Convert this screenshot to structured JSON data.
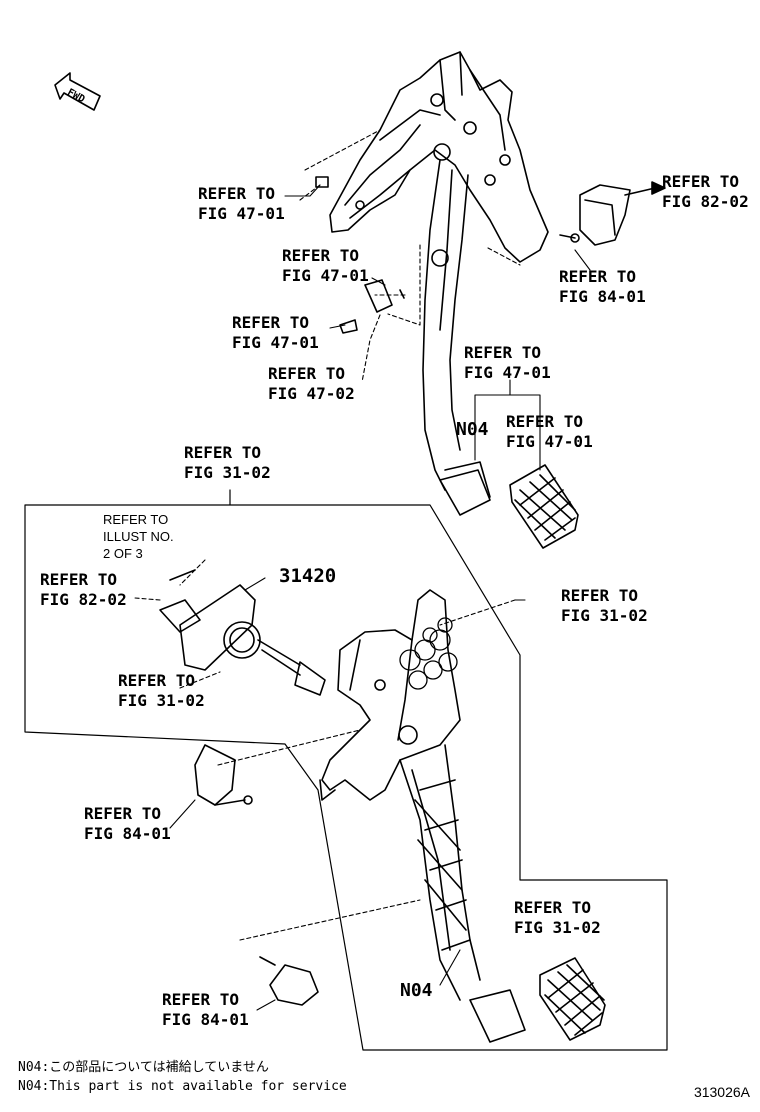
{
  "fwd_label": "FWD",
  "refs": {
    "r1": [
      "REFER TO",
      "FIG 47-01"
    ],
    "r2": [
      "REFER TO",
      "FIG 47-01"
    ],
    "r3": [
      "REFER TO",
      "FIG 47-01"
    ],
    "r4": [
      "REFER TO",
      "FIG 47-02"
    ],
    "r5": [
      "REFER TO",
      "FIG 47-01"
    ],
    "r6": [
      "REFER TO",
      "FIG 47-01"
    ],
    "r7": [
      "REFER TO",
      "FIG 82-02"
    ],
    "r8": [
      "REFER TO",
      "FIG 84-01"
    ],
    "r9": [
      "REFER TO",
      "FIG 31-02"
    ],
    "r10": [
      "REFER TO",
      "FIG 82-02"
    ],
    "r11": [
      "REFER TO",
      "FIG 31-02"
    ],
    "r12": [
      "REFER TO",
      "FIG 31-02"
    ],
    "r13": [
      "REFER TO",
      "FIG 84-01"
    ],
    "r14": [
      "REFER TO",
      "FIG 31-02"
    ],
    "r15": [
      "REFER TO",
      "FIG 84-01"
    ]
  },
  "illust_ref": [
    "REFER TO",
    "ILLUST NO.",
    "2 OF 3"
  ],
  "part_number": "31420",
  "n04_upper": "N04",
  "n04_lower": "N04",
  "notes": {
    "jp": "N04:この部品については補給していません",
    "en": "N04:This part is not available for service"
  },
  "illustration_id": "313026A"
}
